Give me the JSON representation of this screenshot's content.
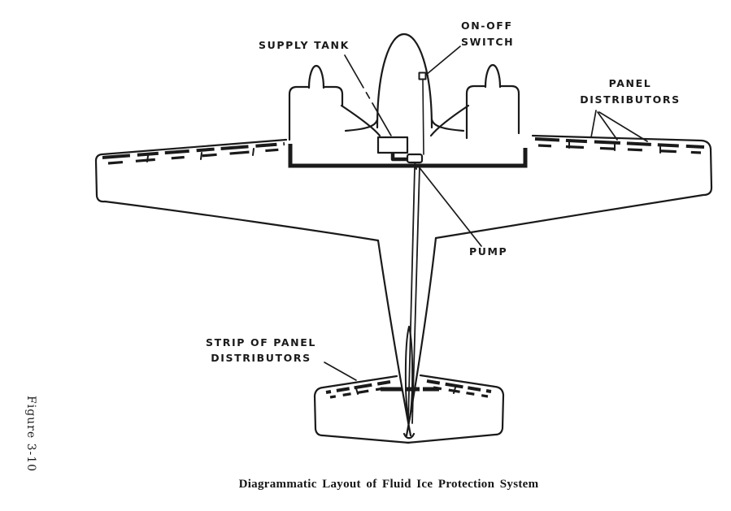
{
  "colors": {
    "ink": "#1a1a1a",
    "background": "#ffffff"
  },
  "figure": {
    "number": "Figure 3-10"
  },
  "caption": "Diagrammatic Layout of Fluid Ice Protection System",
  "callouts": {
    "supply_tank": "SUPPLY TANK",
    "on_off_switch": [
      "ON-OFF",
      "SWITCH"
    ],
    "panel_distributors": [
      "PANEL",
      "DISTRIBUTORS"
    ],
    "pump": "PUMP",
    "strip_of_panel_distributors": [
      "STRIP OF PANEL",
      "DISTRIBUTORS"
    ]
  }
}
